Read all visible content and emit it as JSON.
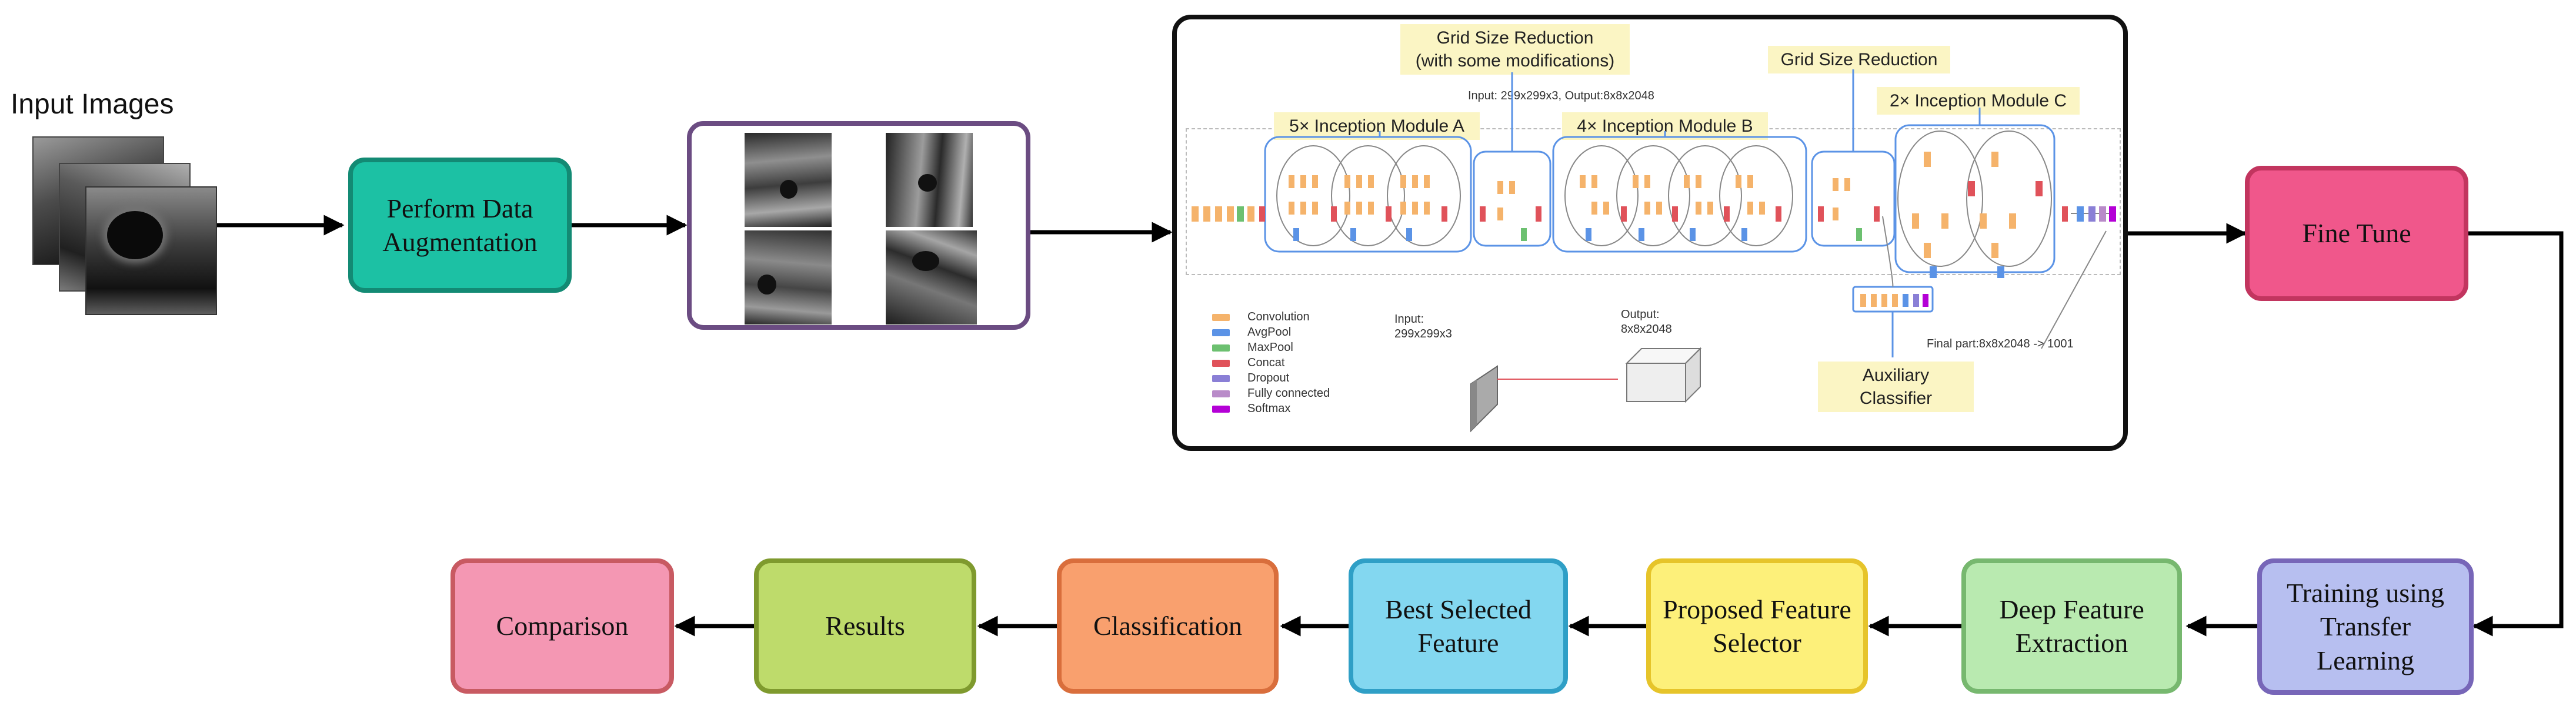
{
  "input_images_label": "Input Images",
  "pipeline_top": {
    "augmentation": "Perform Data Augmentation",
    "fine_tune": "Fine Tune"
  },
  "pipeline_bottom": {
    "training": "Training using Transfer Learning",
    "deep_feature": "Deep Feature Extraction",
    "feature_selector": "Proposed Feature Selector",
    "best_feature": "Best Selected Feature",
    "classification": "Classification",
    "results": "Results",
    "comparison": "Comparison"
  },
  "inception": {
    "grid_reduction_1": "Grid Size Reduction\n(with some modifications)",
    "grid_reduction_2": "Grid Size Reduction",
    "module_a": "5× Inception Module A",
    "module_b": "4× Inception Module B",
    "module_c": "2× Inception Module C",
    "io_note": "Input: 299x299x3, Output:8x8x2048",
    "auxiliary": "Auxiliary Classifier",
    "final_part": "Final part:8x8x2048 -> 1001",
    "input_label": "Input:\n299x299x3",
    "output_label": "Output:\n8x8x2048",
    "legend": [
      {
        "label": "Convolution",
        "color": "#f5b36b"
      },
      {
        "label": "AvgPool",
        "color": "#5b93e6"
      },
      {
        "label": "MaxPool",
        "color": "#6cc070"
      },
      {
        "label": "Concat",
        "color": "#e0525a"
      },
      {
        "label": "Dropout",
        "color": "#8a7fd6"
      },
      {
        "label": "Fully connected",
        "color": "#b98bc9"
      },
      {
        "label": "Softmax",
        "color": "#b400d6"
      }
    ]
  },
  "colors": {
    "augmentation": "#1cc1a4",
    "fine_tune": "#f0578b",
    "training": "#b7bff0",
    "deep_feature": "#b9eab0",
    "feature_selector": "#fdf07a",
    "best_feature": "#83d7f0",
    "classification": "#f9a06e",
    "results": "#bedb6b",
    "comparison": "#f497b3"
  }
}
